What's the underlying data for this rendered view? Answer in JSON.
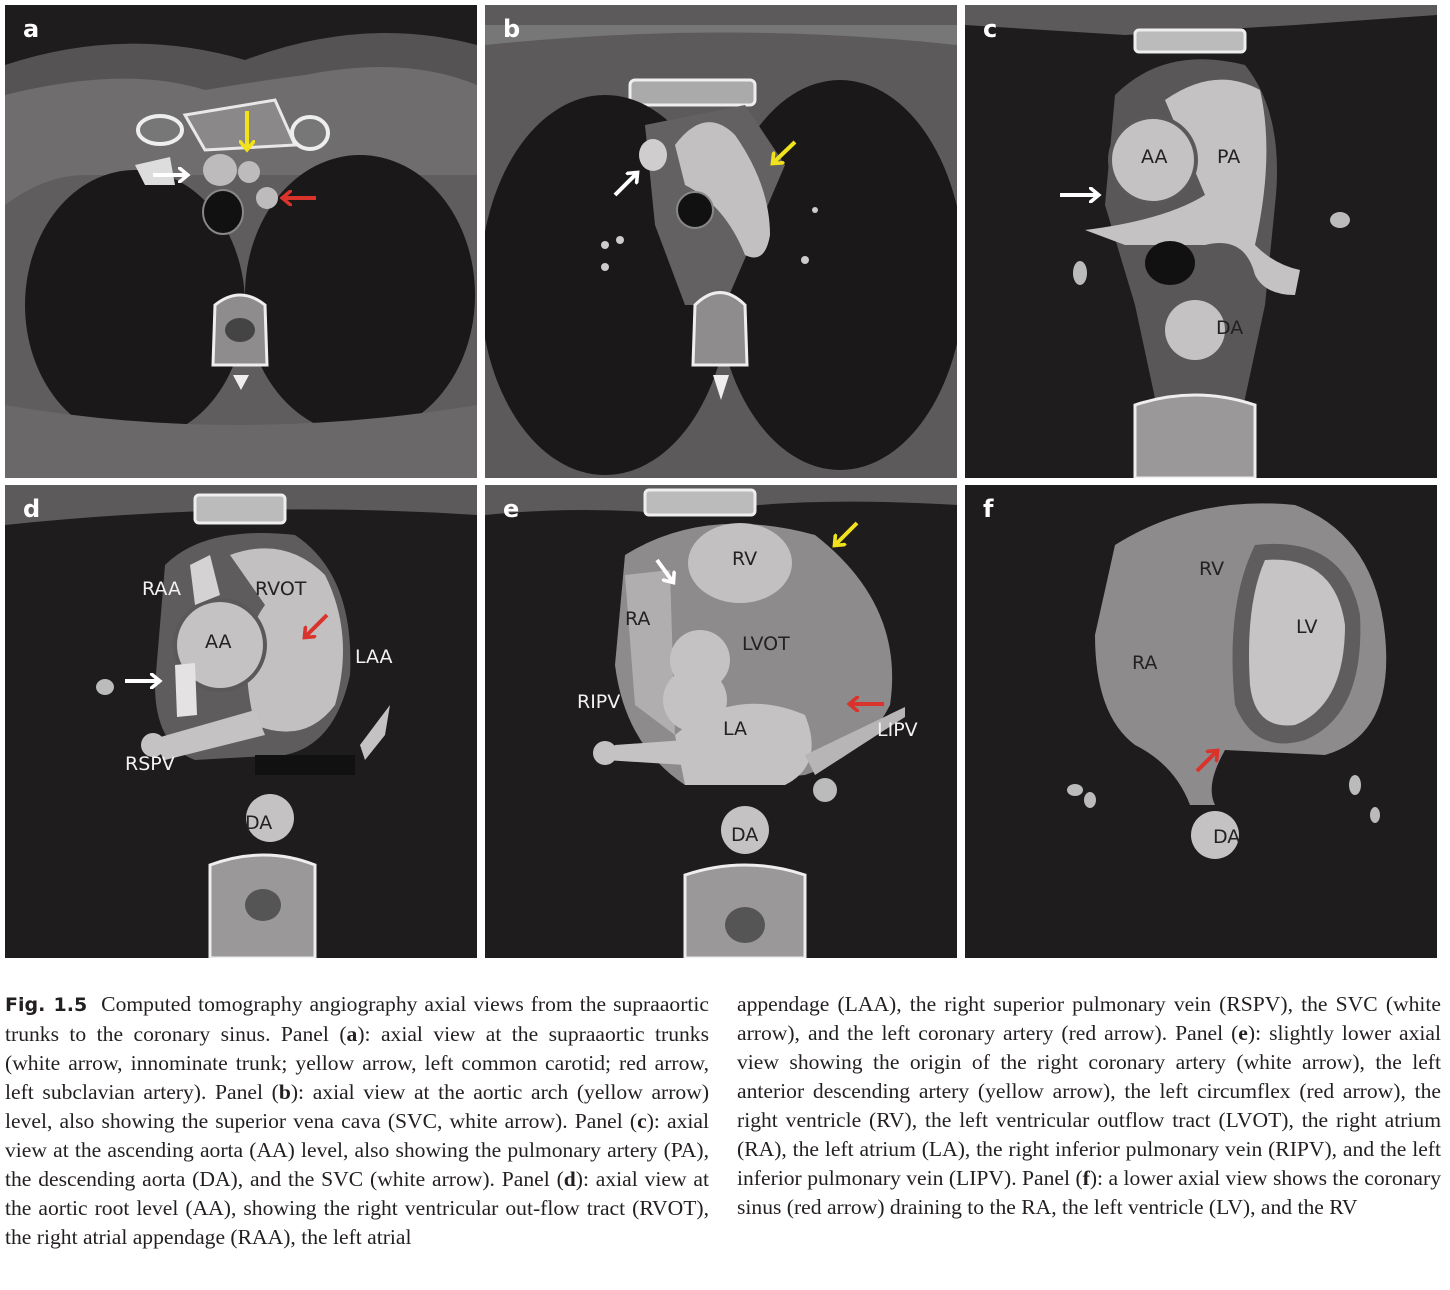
{
  "figure": {
    "label": "Fig. 1.5",
    "caption_left": [
      {
        "t": "Computed tomography angiography axial views from the supraaortic trunks to the coronary sinus. Panel ("
      },
      {
        "b": "a"
      },
      {
        "t": "): axial view at the supraaortic trunks (white arrow, innominate trunk; yellow arrow, left common carotid; red arrow, left subclavian artery). Panel ("
      },
      {
        "b": "b"
      },
      {
        "t": "): axial view at the aortic arch (yellow arrow) level, also showing the superior vena cava (SVC, white arrow). Panel ("
      },
      {
        "b": "c"
      },
      {
        "t": "): axial view at the ascending aorta (AA) level, also showing the pulmonary artery (PA), the descending aorta (DA), and the SVC (white arrow). Panel ("
      },
      {
        "b": "d"
      },
      {
        "t": "): axial view at the aortic root level (AA), showing the right ventricular out-flow tract (RVOT), the right atrial appendage (RAA), the left atrial"
      }
    ],
    "caption_right": [
      {
        "t": "appendage (LAA), the right superior pulmonary vein (RSPV), the SVC (white arrow), and the left coronary artery (red arrow). Panel ("
      },
      {
        "b": "e"
      },
      {
        "t": "): slightly lower axial view showing the origin of the right coronary artery (white arrow), the left anterior descending artery (yellow arrow), the left circumflex (red arrow), the right ventricle (RV), the left ventricular outflow tract (LVOT), the right atrium (RA), the left atrium (LA), the right inferior pulmonary vein (RIPV), and the left inferior pulmonary vein (LIPV). Panel ("
      },
      {
        "b": "f"
      },
      {
        "t": "): a lower axial view shows the coronary sinus (red arrow) draining to the RA, the left ventricle (LV), and the RV"
      }
    ]
  },
  "colors": {
    "white_arrow": "#ffffff",
    "yellow_arrow": "#f2e21c",
    "red_arrow": "#d9332b",
    "background": "#1e1c1d"
  },
  "panels": {
    "a": {
      "letter": "a",
      "arrows": [
        "white",
        "yellow",
        "red"
      ]
    },
    "b": {
      "letter": "b",
      "arrows": [
        "white",
        "yellow"
      ]
    },
    "c": {
      "letter": "c",
      "labels": {
        "aa": "AA",
        "pa": "PA",
        "da": "DA"
      },
      "arrows": [
        "white"
      ]
    },
    "d": {
      "letter": "d",
      "labels": {
        "raa": "RAA",
        "rvot": "RVOT",
        "aa": "AA",
        "laa": "LAA",
        "rspv": "RSPV",
        "da": "DA"
      },
      "arrows": [
        "white",
        "red"
      ]
    },
    "e": {
      "letter": "e",
      "labels": {
        "rv": "RV",
        "ra": "RA",
        "lvot": "LVOT",
        "ripv": "RIPV",
        "la": "LA",
        "lipv": "LIPV",
        "da": "DA"
      },
      "arrows": [
        "white",
        "yellow",
        "red"
      ]
    },
    "f": {
      "letter": "f",
      "labels": {
        "rv": "RV",
        "lv": "LV",
        "ra": "RA",
        "da": "DA"
      },
      "arrows": [
        "red"
      ]
    }
  }
}
